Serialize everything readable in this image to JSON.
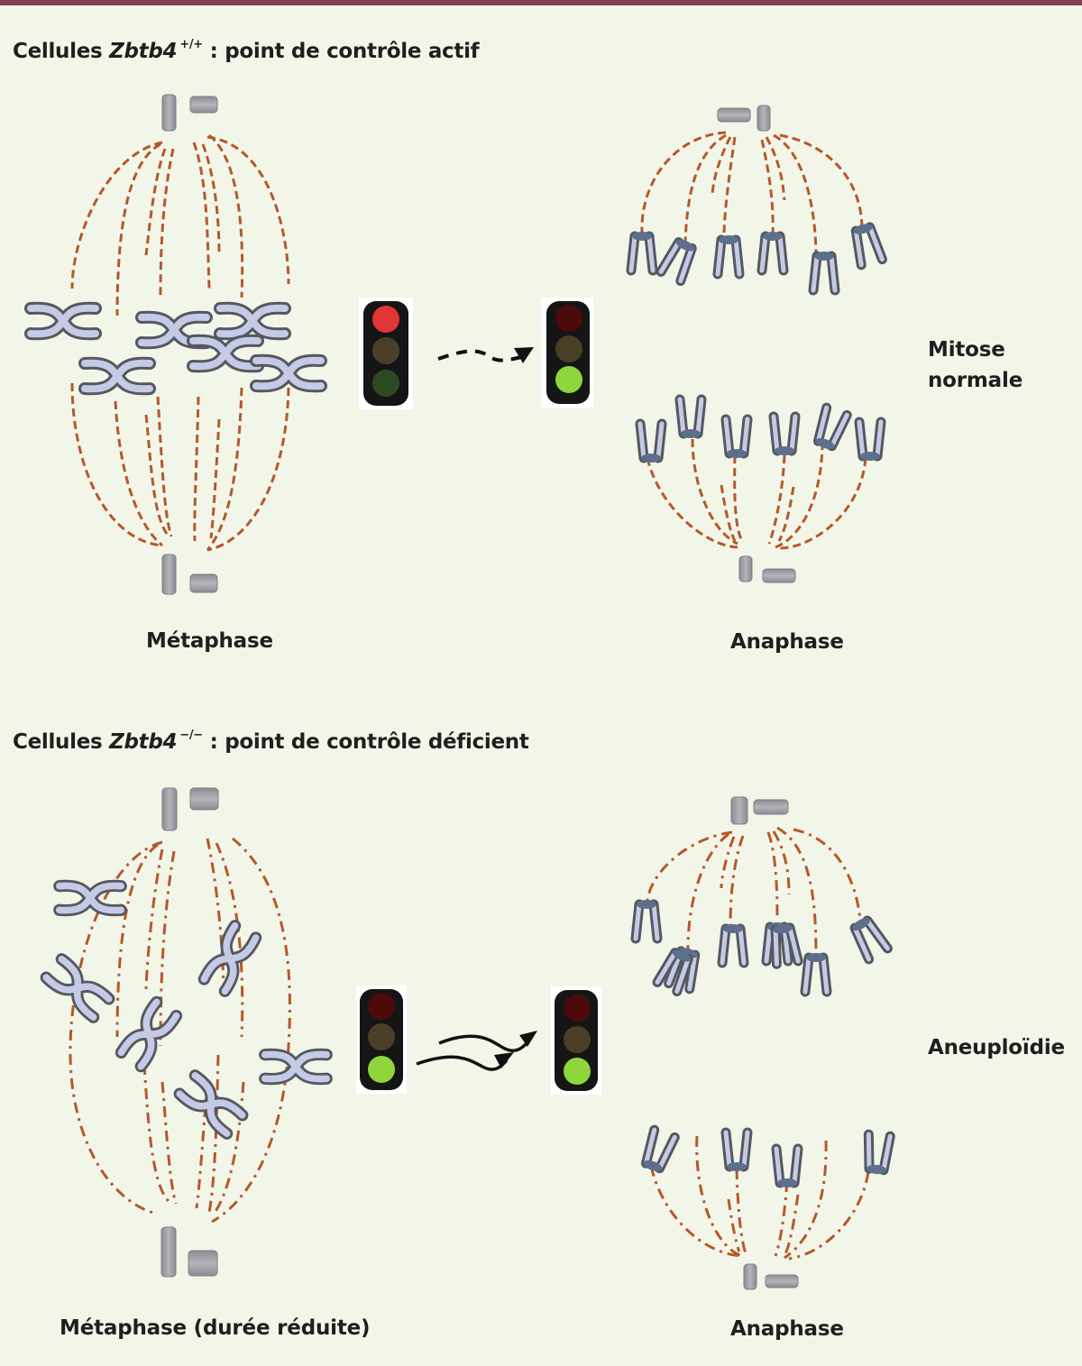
{
  "colors": {
    "top_bar": "#7e4352",
    "background": "#f2f6e9",
    "spindle_fiber": "#b5582a",
    "chromosome_fill": "#c5cbe6",
    "chromosome_outline": "#55585f",
    "centrosome": "#9c9ea4",
    "light_red_on": "#e23535",
    "light_red_off": "#4c0a0a",
    "light_yellow_off": "#4a3f26",
    "light_green_on": "#8ed63c",
    "light_green_off": "#2c4a22"
  },
  "panels": [
    {
      "heading_prefix": "Cellules",
      "heading_gene": "Zbtb4",
      "heading_genotype": "+/+",
      "heading_suffix": ": point de contrôle actif",
      "checkpoint_state": "active",
      "metaphase_label": "Métaphase",
      "anaphase_label": "Anaphase",
      "outcome_label_lines": [
        "Mitose",
        "normale"
      ],
      "spindle_style": "dashed",
      "transition_arrow": "dashed-delayed",
      "traffic_light_before": "red",
      "traffic_light_after": "green"
    },
    {
      "heading_prefix": "Cellules",
      "heading_gene": "Zbtb4",
      "heading_genotype": "−/−",
      "heading_suffix": ": point de contrôle déficient",
      "checkpoint_state": "deficient",
      "metaphase_label": "Métaphase (durée réduite)",
      "anaphase_label": "Anaphase",
      "outcome_label_lines": [
        "Aneuploïdie"
      ],
      "spindle_style": "dash-dot",
      "transition_arrow": "double-wavy-fast",
      "traffic_light_before": "green",
      "traffic_light_after": "green"
    }
  ],
  "icons": {
    "traffic_light": "traffic-light-icon",
    "chromosome": "chromosome-icon",
    "centriole": "centriole-icon",
    "arrow": "arrow-icon"
  }
}
